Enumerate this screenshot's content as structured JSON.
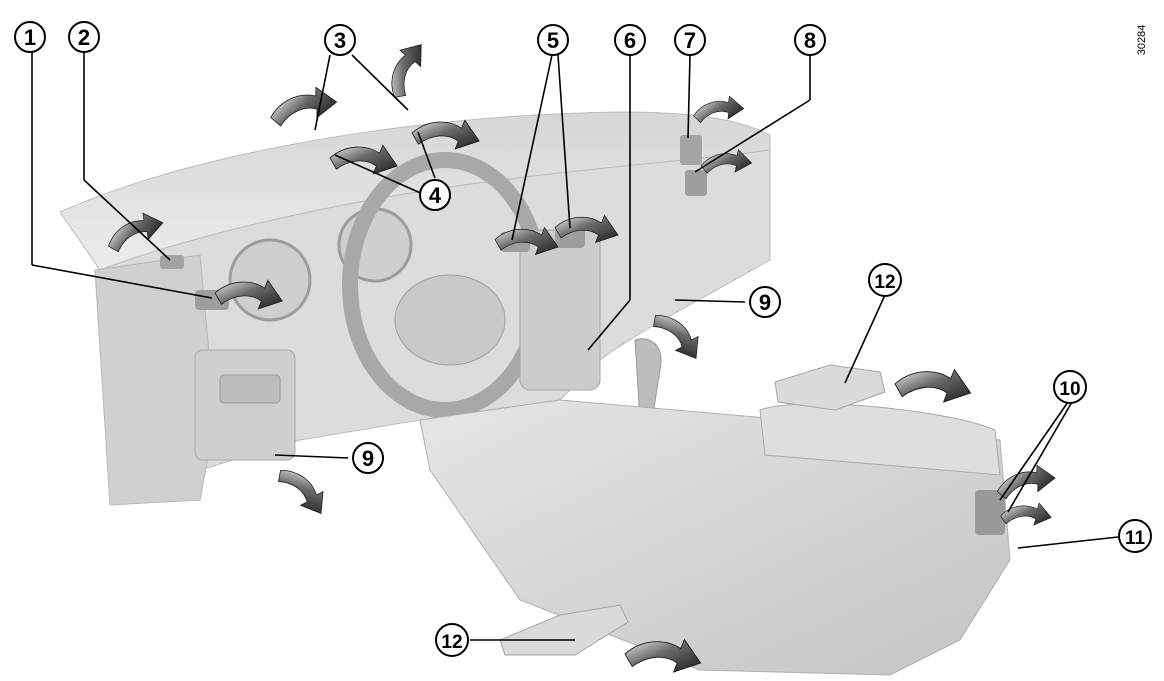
{
  "reference_code": "30284",
  "colors": {
    "body_light": "#e8e8e8",
    "body_mid": "#d2d2d2",
    "body_dark": "#b4b4b4",
    "detail": "#9a9a9a",
    "arrow_dark": "#2a2a2a",
    "leader": "#000000",
    "callout_fill": "#ffffff"
  },
  "callouts": [
    {
      "id": "1",
      "label": "1"
    },
    {
      "id": "2",
      "label": "2"
    },
    {
      "id": "3",
      "label": "3"
    },
    {
      "id": "4",
      "label": "4"
    },
    {
      "id": "5",
      "label": "5"
    },
    {
      "id": "6",
      "label": "6"
    },
    {
      "id": "7",
      "label": "7"
    },
    {
      "id": "8",
      "label": "8"
    },
    {
      "id": "9a",
      "label": "9"
    },
    {
      "id": "9b",
      "label": "9"
    },
    {
      "id": "10",
      "label": "10"
    },
    {
      "id": "11",
      "label": "11"
    },
    {
      "id": "12a",
      "label": "12"
    },
    {
      "id": "12b",
      "label": "12"
    }
  ]
}
